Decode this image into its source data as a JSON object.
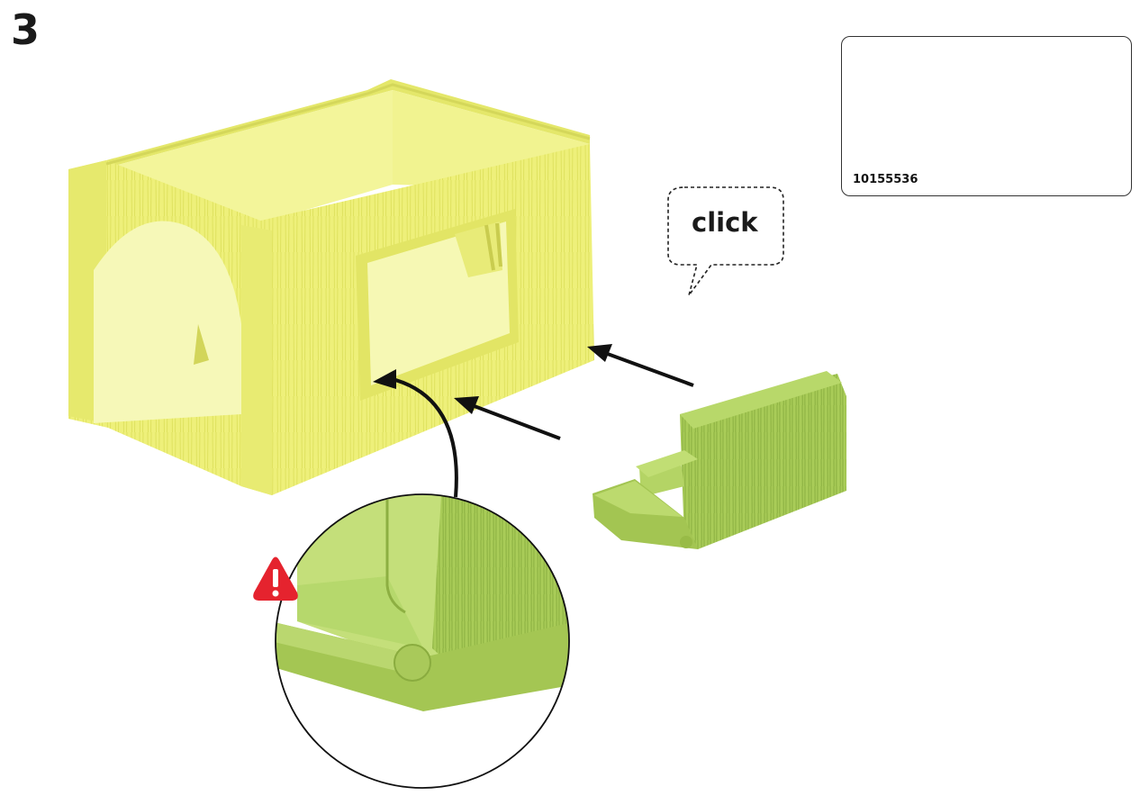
{
  "step": {
    "number": "3"
  },
  "parts_box": {
    "part_number": "10155536"
  },
  "callout": {
    "text": "click"
  },
  "colors": {
    "house_yellow": "#eef07a",
    "house_shadow": "#d9dc55",
    "part_green": "#a9cc58",
    "part_shadow": "#86aa3a",
    "warning_red": "#e5232e",
    "arrow": "#111111"
  },
  "icons": [
    "warning-icon",
    "arrow-icon"
  ]
}
